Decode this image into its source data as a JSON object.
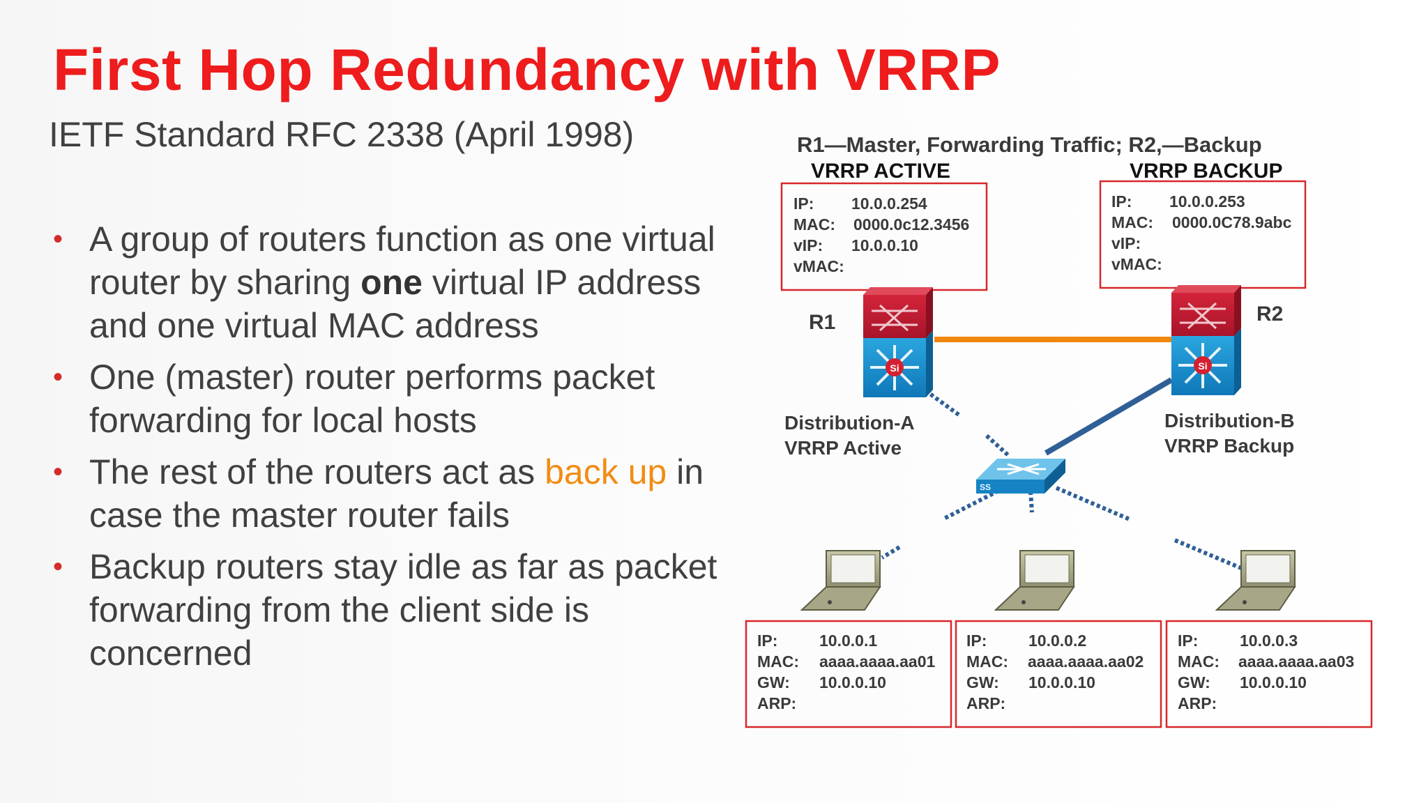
{
  "slide": {
    "title": "First Hop Redundancy with VRRP",
    "subtitle": "IETF Standard RFC 2338 (April 1998)",
    "bullets": [
      {
        "pre": "A group of routers function as one virtual router by sharing ",
        "bold": "one",
        "post": " virtual IP address and one virtual MAC address"
      },
      {
        "text": "One (master) router performs packet forwarding for local hosts"
      },
      {
        "pre": "The rest of the routers act as ",
        "highlight": "back up",
        "post": " in case the master router fails"
      },
      {
        "text": "Backup routers stay idle as far as packet forwarding from the client side is concerned"
      }
    ],
    "colors": {
      "title": "#ee1c1c",
      "highlight": "#f28c13",
      "box_border": "#d9262b",
      "link_orange": "#f0870f",
      "link_blue": "#2f5f96"
    }
  },
  "diagram": {
    "caption": "R1—Master, Forwarding Traffic; R2,—Backup",
    "r1_box": {
      "header": "VRRP ACTIVE",
      "ip_label": "IP:",
      "ip": "10.0.0.254",
      "mac_label": "MAC:",
      "mac": "0000.0c12.3456",
      "vip_label": "vIP:",
      "vip": "10.0.0.10",
      "vmac_label": "vMAC:",
      "vmac": ""
    },
    "r2_box": {
      "header": "VRRP BACKUP",
      "ip_label": "IP:",
      "ip": "10.0.0.253",
      "mac_label": "MAC:",
      "mac": "0000.0C78.9abc",
      "vip_label": "vIP:",
      "vip": "",
      "vmac_label": "vMAC:",
      "vmac": ""
    },
    "r1": {
      "label": "R1",
      "name": "Distribution-A",
      "role": "VRRP Active",
      "icon": "router-switch-icon"
    },
    "r2": {
      "label": "R2",
      "name": "Distribution-B",
      "role": "VRRP Backup",
      "icon": "router-switch-icon"
    },
    "switch": {
      "icon": "access-switch-icon"
    },
    "hosts": [
      {
        "icon": "laptop-icon",
        "ip_label": "IP:",
        "ip": "10.0.0.1",
        "mac_label": "MAC:",
        "mac": "aaaa.aaaa.aa01",
        "gw_label": "GW:",
        "gw": "10.0.0.10",
        "arp_label": "ARP:",
        "arp": ""
      },
      {
        "icon": "laptop-icon",
        "ip_label": "IP:",
        "ip": "10.0.0.2",
        "mac_label": "MAC:",
        "mac": "aaaa.aaaa.aa02",
        "gw_label": "GW:",
        "gw": "10.0.0.10",
        "arp_label": "ARP:",
        "arp": ""
      },
      {
        "icon": "laptop-icon",
        "ip_label": "IP:",
        "ip": "10.0.0.3",
        "mac_label": "MAC:",
        "mac": "aaaa.aaaa.aa03",
        "gw_label": "GW:",
        "gw": "10.0.0.10",
        "arp_label": "ARP:",
        "arp": ""
      }
    ]
  }
}
